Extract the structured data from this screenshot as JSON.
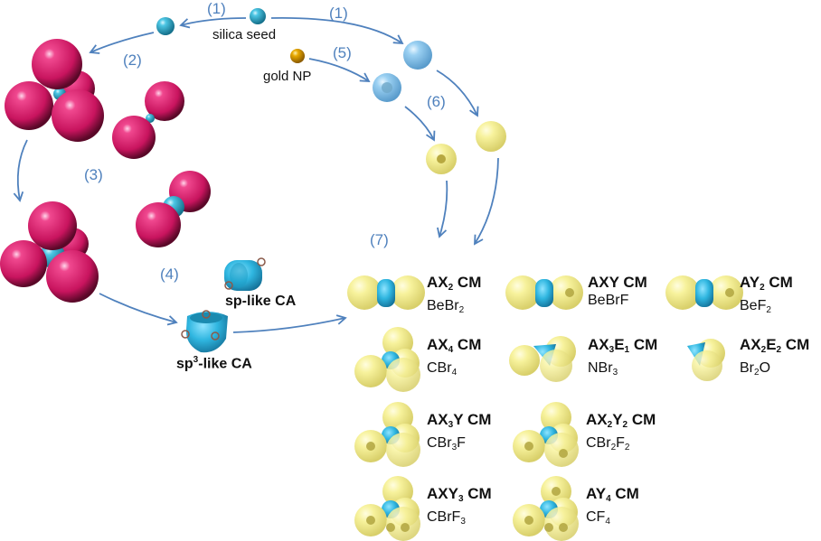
{
  "labels": {
    "silica_seed": "silica seed",
    "gold_np": "gold NP",
    "sp_like_ca": "sp-like CA",
    "sp3_like_ca_prefix": "sp",
    "sp3_like_ca_sup": "3",
    "sp3_like_ca_suffix": "-like CA"
  },
  "steps": {
    "s1a": "(1)",
    "s1b": "(1)",
    "s2": "(2)",
    "s3": "(3)",
    "s4": "(4)",
    "s5": "(5)",
    "s6": "(6)",
    "s7": "(7)"
  },
  "colors": {
    "arrow": "#4f81bd",
    "silica": "#3bb5d6",
    "magenta": "#d81b6a",
    "light_blue": "#8ec8ee",
    "gold": "#e0a400",
    "yellow_shell": "#f3ee8e",
    "core_cyan": "#2fb6e0"
  },
  "molecules": [
    {
      "name_main": "AX",
      "name_sub1": "2",
      "name_mid": "",
      "name_sub2": "",
      "name_end": " CM",
      "formula": [
        [
          "BeBr",
          ""
        ],
        [
          "",
          "2"
        ]
      ],
      "shape": "linear",
      "right_dot": false
    },
    {
      "name_main": "AXY",
      "name_sub1": "",
      "name_mid": "",
      "name_sub2": "",
      "name_end": " CM",
      "formula": [
        [
          "BeBrF",
          ""
        ]
      ],
      "shape": "linear",
      "right_dot": true
    },
    {
      "name_main": "AY",
      "name_sub1": "2",
      "name_mid": "",
      "name_sub2": "",
      "name_end": " CM",
      "formula": [
        [
          "BeF",
          ""
        ],
        [
          "",
          "2"
        ]
      ],
      "shape": "linear",
      "right_dot": true
    },
    {
      "name_main": "AX",
      "name_sub1": "4",
      "name_mid": "",
      "name_sub2": "",
      "name_end": " CM",
      "formula": [
        [
          "CBr",
          ""
        ],
        [
          "",
          "4"
        ]
      ],
      "shape": "tetra",
      "dots": 0
    },
    {
      "name_main": "AX",
      "name_sub1": "3",
      "name_mid": "E",
      "name_sub2": "1",
      "name_end": " CM",
      "formula": [
        [
          "NBr",
          ""
        ],
        [
          "",
          "3"
        ]
      ],
      "shape": "pyramid"
    },
    {
      "name_main": "AX",
      "name_sub1": "2",
      "name_mid": "E",
      "name_sub2": "2",
      "name_end": " CM",
      "formula": [
        [
          "Br",
          ""
        ],
        [
          "",
          "2"
        ],
        [
          "O",
          ""
        ]
      ],
      "shape": "bent"
    },
    {
      "name_main": "AX",
      "name_sub1": "3",
      "name_mid": "Y",
      "name_sub2": "",
      "name_end": " CM",
      "formula": [
        [
          "CBr",
          ""
        ],
        [
          "",
          "3"
        ],
        [
          "F",
          ""
        ]
      ],
      "shape": "tetra",
      "dots": 1
    },
    {
      "name_main": "AX",
      "name_sub1": "2",
      "name_mid": "Y",
      "name_sub2": "2",
      "name_end": " CM",
      "formula": [
        [
          "CBr",
          ""
        ],
        [
          "",
          "2"
        ],
        [
          "F",
          ""
        ],
        [
          "",
          "2"
        ]
      ],
      "shape": "tetra",
      "dots": 2
    },
    {
      "name_main": "AXY",
      "name_sub1": "3",
      "name_mid": "",
      "name_sub2": "",
      "name_end": " CM",
      "formula": [
        [
          "CBrF",
          ""
        ],
        [
          "",
          "3"
        ]
      ],
      "shape": "tetra",
      "dots": 3
    },
    {
      "name_main": "AY",
      "name_sub1": "4",
      "name_mid": "",
      "name_sub2": "",
      "name_end": " CM",
      "formula": [
        [
          "CF",
          ""
        ],
        [
          "",
          "4"
        ]
      ],
      "shape": "tetra",
      "dots": 4
    }
  ]
}
